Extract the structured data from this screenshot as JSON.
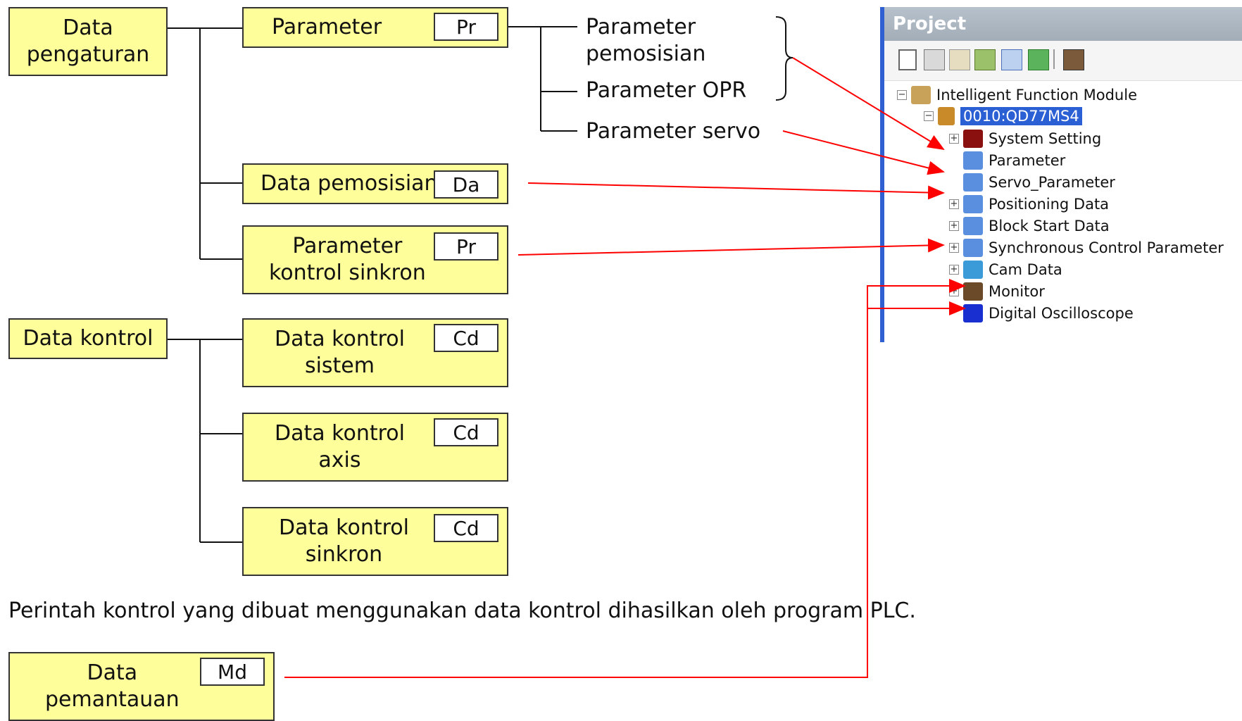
{
  "boxes": {
    "data_pengaturan": "Data\npengaturan",
    "parameter": "Parameter",
    "data_pemosisian": "Data pemosisian",
    "param_kontrol_sinkron": "Parameter\nkontrol sinkron",
    "data_kontrol": "Data kontrol",
    "data_kontrol_sistem": "Data kontrol\nsistem",
    "data_kontrol_axis": "Data kontrol\naxis",
    "data_kontrol_sinkron": "Data kontrol\nsinkron",
    "data_pemantauan": "Data\npemantauan"
  },
  "tags": {
    "parameter": "Pr",
    "data_pemosisian": "Da",
    "param_kontrol_sinkron": "Pr",
    "data_kontrol_sistem": "Cd",
    "data_kontrol_axis": "Cd",
    "data_kontrol_sinkron": "Cd",
    "data_pemantauan": "Md"
  },
  "param_items": {
    "pemosisian": "Parameter\npemosisian",
    "opr": "Parameter OPR",
    "servo": "Parameter servo"
  },
  "note": "Perintah kontrol yang dibuat menggunakan data kontrol dihasilkan oleh program PLC.",
  "project": {
    "title": "Project",
    "root": "Intelligent Function Module",
    "module": "0010:QD77MS4",
    "items": [
      {
        "label": "System Setting",
        "expander": "+",
        "icon": "system-setting-icon",
        "color": "#8a1010"
      },
      {
        "label": "Parameter",
        "expander": "",
        "icon": "parameter-icon",
        "color": "#5a8fe0"
      },
      {
        "label": "Servo_Parameter",
        "expander": "",
        "icon": "servo-parameter-icon",
        "color": "#5a8fe0"
      },
      {
        "label": "Positioning Data",
        "expander": "+",
        "icon": "positioning-data-icon",
        "color": "#5a8fe0"
      },
      {
        "label": "Block Start Data",
        "expander": "+",
        "icon": "block-start-data-icon",
        "color": "#5a8fe0"
      },
      {
        "label": "Synchronous Control Parameter",
        "expander": "+",
        "icon": "sync-control-parameter-icon",
        "color": "#5a8fe0"
      },
      {
        "label": "Cam Data",
        "expander": "+",
        "icon": "cam-data-icon",
        "color": "#3b9ad8"
      },
      {
        "label": "Monitor",
        "expander": "+",
        "icon": "monitor-icon",
        "color": "#6b4a2a"
      },
      {
        "label": "Digital Oscilloscope",
        "expander": "",
        "icon": "digital-oscilloscope-icon",
        "color": "#1a2fd0"
      }
    ]
  },
  "colors": {
    "box_fill": "#fefe9a",
    "arrow": "#ff0000",
    "panel_accent": "#2f5fd0"
  }
}
